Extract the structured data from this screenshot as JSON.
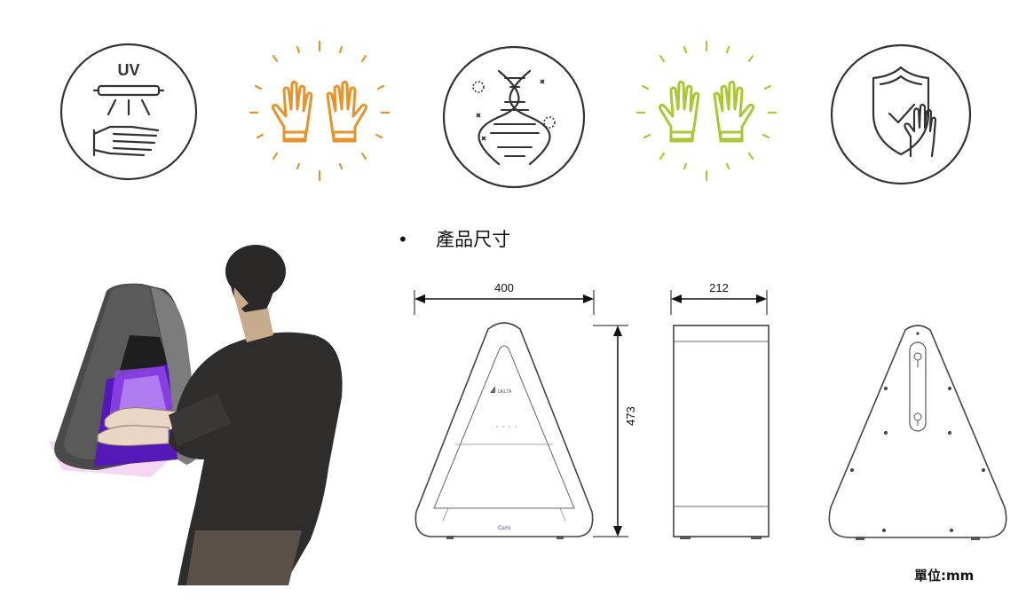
{
  "icons": [
    {
      "name": "uv-light-hand-icon",
      "label": "UV"
    },
    {
      "name": "orange-hands-icon"
    },
    {
      "name": "dna-icon"
    },
    {
      "name": "green-hands-icon"
    },
    {
      "name": "shield-hand-icon"
    }
  ],
  "colors": {
    "orange": "#e8922a",
    "green": "#a9c934",
    "uv_purple": "#7a2fd6",
    "device_dark": "#3a3a3a"
  },
  "section": {
    "bullet": "•",
    "title": "產品尺寸"
  },
  "dimensions": {
    "width": "400",
    "depth": "212",
    "height": "473"
  },
  "front_view": {
    "brand_text": "DELTA",
    "logo_text": "Cami"
  },
  "unit_label": "單位:mm"
}
